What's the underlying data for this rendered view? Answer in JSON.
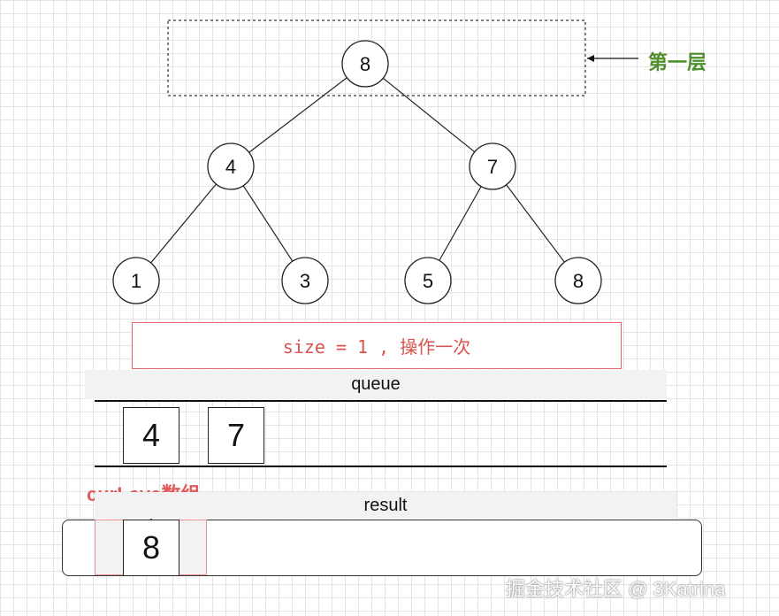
{
  "tree": {
    "nodes": [
      {
        "id": "n8a",
        "label": "8"
      },
      {
        "id": "n4",
        "label": "4"
      },
      {
        "id": "n7",
        "label": "7"
      },
      {
        "id": "n1",
        "label": "1"
      },
      {
        "id": "n3",
        "label": "3"
      },
      {
        "id": "n5",
        "label": "5"
      },
      {
        "id": "n8b",
        "label": "8"
      }
    ],
    "edges": [
      [
        "n8a",
        "n4"
      ],
      [
        "n8a",
        "n7"
      ],
      [
        "n4",
        "n1"
      ],
      [
        "n4",
        "n3"
      ],
      [
        "n7",
        "n5"
      ],
      [
        "n7",
        "n8b"
      ]
    ]
  },
  "level_label": "第一层",
  "info_text": "size = 1 , 操作一次",
  "queue": {
    "title": "queue",
    "items": [
      "4",
      "7"
    ]
  },
  "cur_level_label": "curLeve数组",
  "result": {
    "title": "result",
    "items": [
      "8"
    ]
  },
  "watermark": "掘金技术社区 @ 3Katrina"
}
